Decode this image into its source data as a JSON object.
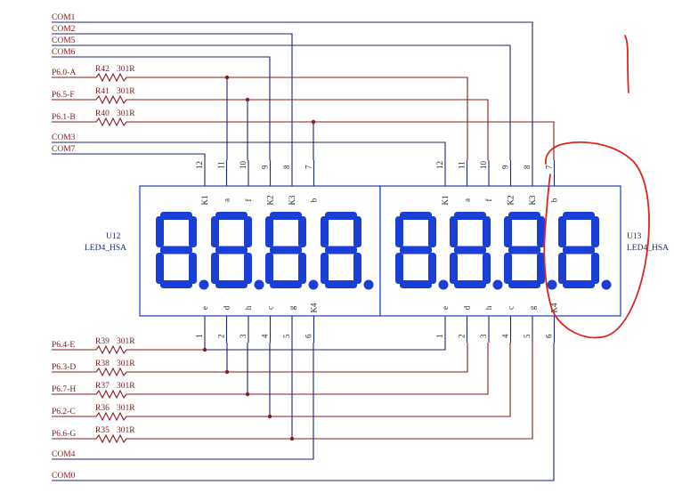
{
  "com_lines": [
    {
      "label": "COM1"
    },
    {
      "label": "COM2"
    },
    {
      "label": "COM5"
    },
    {
      "label": "COM6"
    }
  ],
  "com_mid": [
    {
      "label": "COM3"
    },
    {
      "label": "COM7"
    }
  ],
  "top_resistors": [
    {
      "net": "P6.0-A",
      "ref": "R42",
      "value": "301R"
    },
    {
      "net": "P6.5-F",
      "ref": "R41",
      "value": "301R"
    },
    {
      "net": "P6.1-B",
      "ref": "R40",
      "value": "301R"
    }
  ],
  "bottom_resistors": [
    {
      "net": "P6.4-E",
      "ref": "R39",
      "value": "301R"
    },
    {
      "net": "P6.3-D",
      "ref": "R38",
      "value": "301R"
    },
    {
      "net": "P6.7-H",
      "ref": "R37",
      "value": "301R"
    },
    {
      "net": "P6.2-C",
      "ref": "R36",
      "value": "301R"
    },
    {
      "net": "P6.6-G",
      "ref": "R35",
      "value": "301R"
    }
  ],
  "com_bottom": [
    {
      "label": "COM4"
    },
    {
      "label": "COM0"
    }
  ],
  "modules": [
    {
      "ref": "U12",
      "part": "LED4_HSA",
      "top_pin_numbers": [
        "12",
        "11",
        "10",
        "9",
        "8",
        "7"
      ],
      "top_pin_names": [
        "K1",
        "a",
        "f",
        "K2",
        "K3",
        "b"
      ],
      "bottom_pin_numbers": [
        "1",
        "2",
        "3",
        "4",
        "5",
        "6"
      ],
      "bottom_pin_names": [
        "e",
        "d",
        "h",
        "c",
        "g",
        "K4"
      ]
    },
    {
      "ref": "U13",
      "part": "LED4_HSA",
      "top_pin_numbers": [
        "12",
        "11",
        "10",
        "9",
        "8",
        "7"
      ],
      "top_pin_names": [
        "K1",
        "a",
        "f",
        "K2",
        "K3",
        "b"
      ],
      "bottom_pin_numbers": [
        "1",
        "2",
        "3",
        "4",
        "5",
        "6"
      ],
      "bottom_pin_names": [
        "e",
        "d",
        "h",
        "c",
        "g",
        "K4"
      ]
    }
  ],
  "colors": {
    "wire": "#1c2370",
    "net_label": "#7a1a1a",
    "segments": "#1a3fd6",
    "annotation": "#e0231b"
  }
}
